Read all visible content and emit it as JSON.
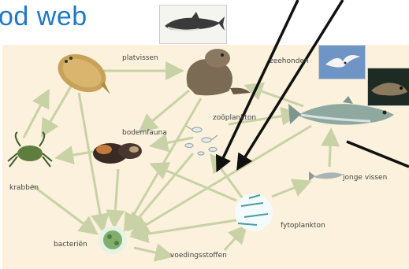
{
  "title": "od web",
  "labels": {
    "platvissen": "platvissen",
    "zeehonden": "zeehonden",
    "zooplankton": "zoöplankton",
    "bodemfauna": "bodemfauna",
    "krabben": "krabben",
    "jonge_vissen": "jonge vissen",
    "fytoplankton": "fytoplankton",
    "bacterien": "bacteriën",
    "voedingsstoffen": "voedingsstoffen"
  },
  "colors": {
    "title": "#1f78c8",
    "panel": "#fbf1dc",
    "arrow": "#c8d2a6",
    "pointer": "#111111"
  }
}
